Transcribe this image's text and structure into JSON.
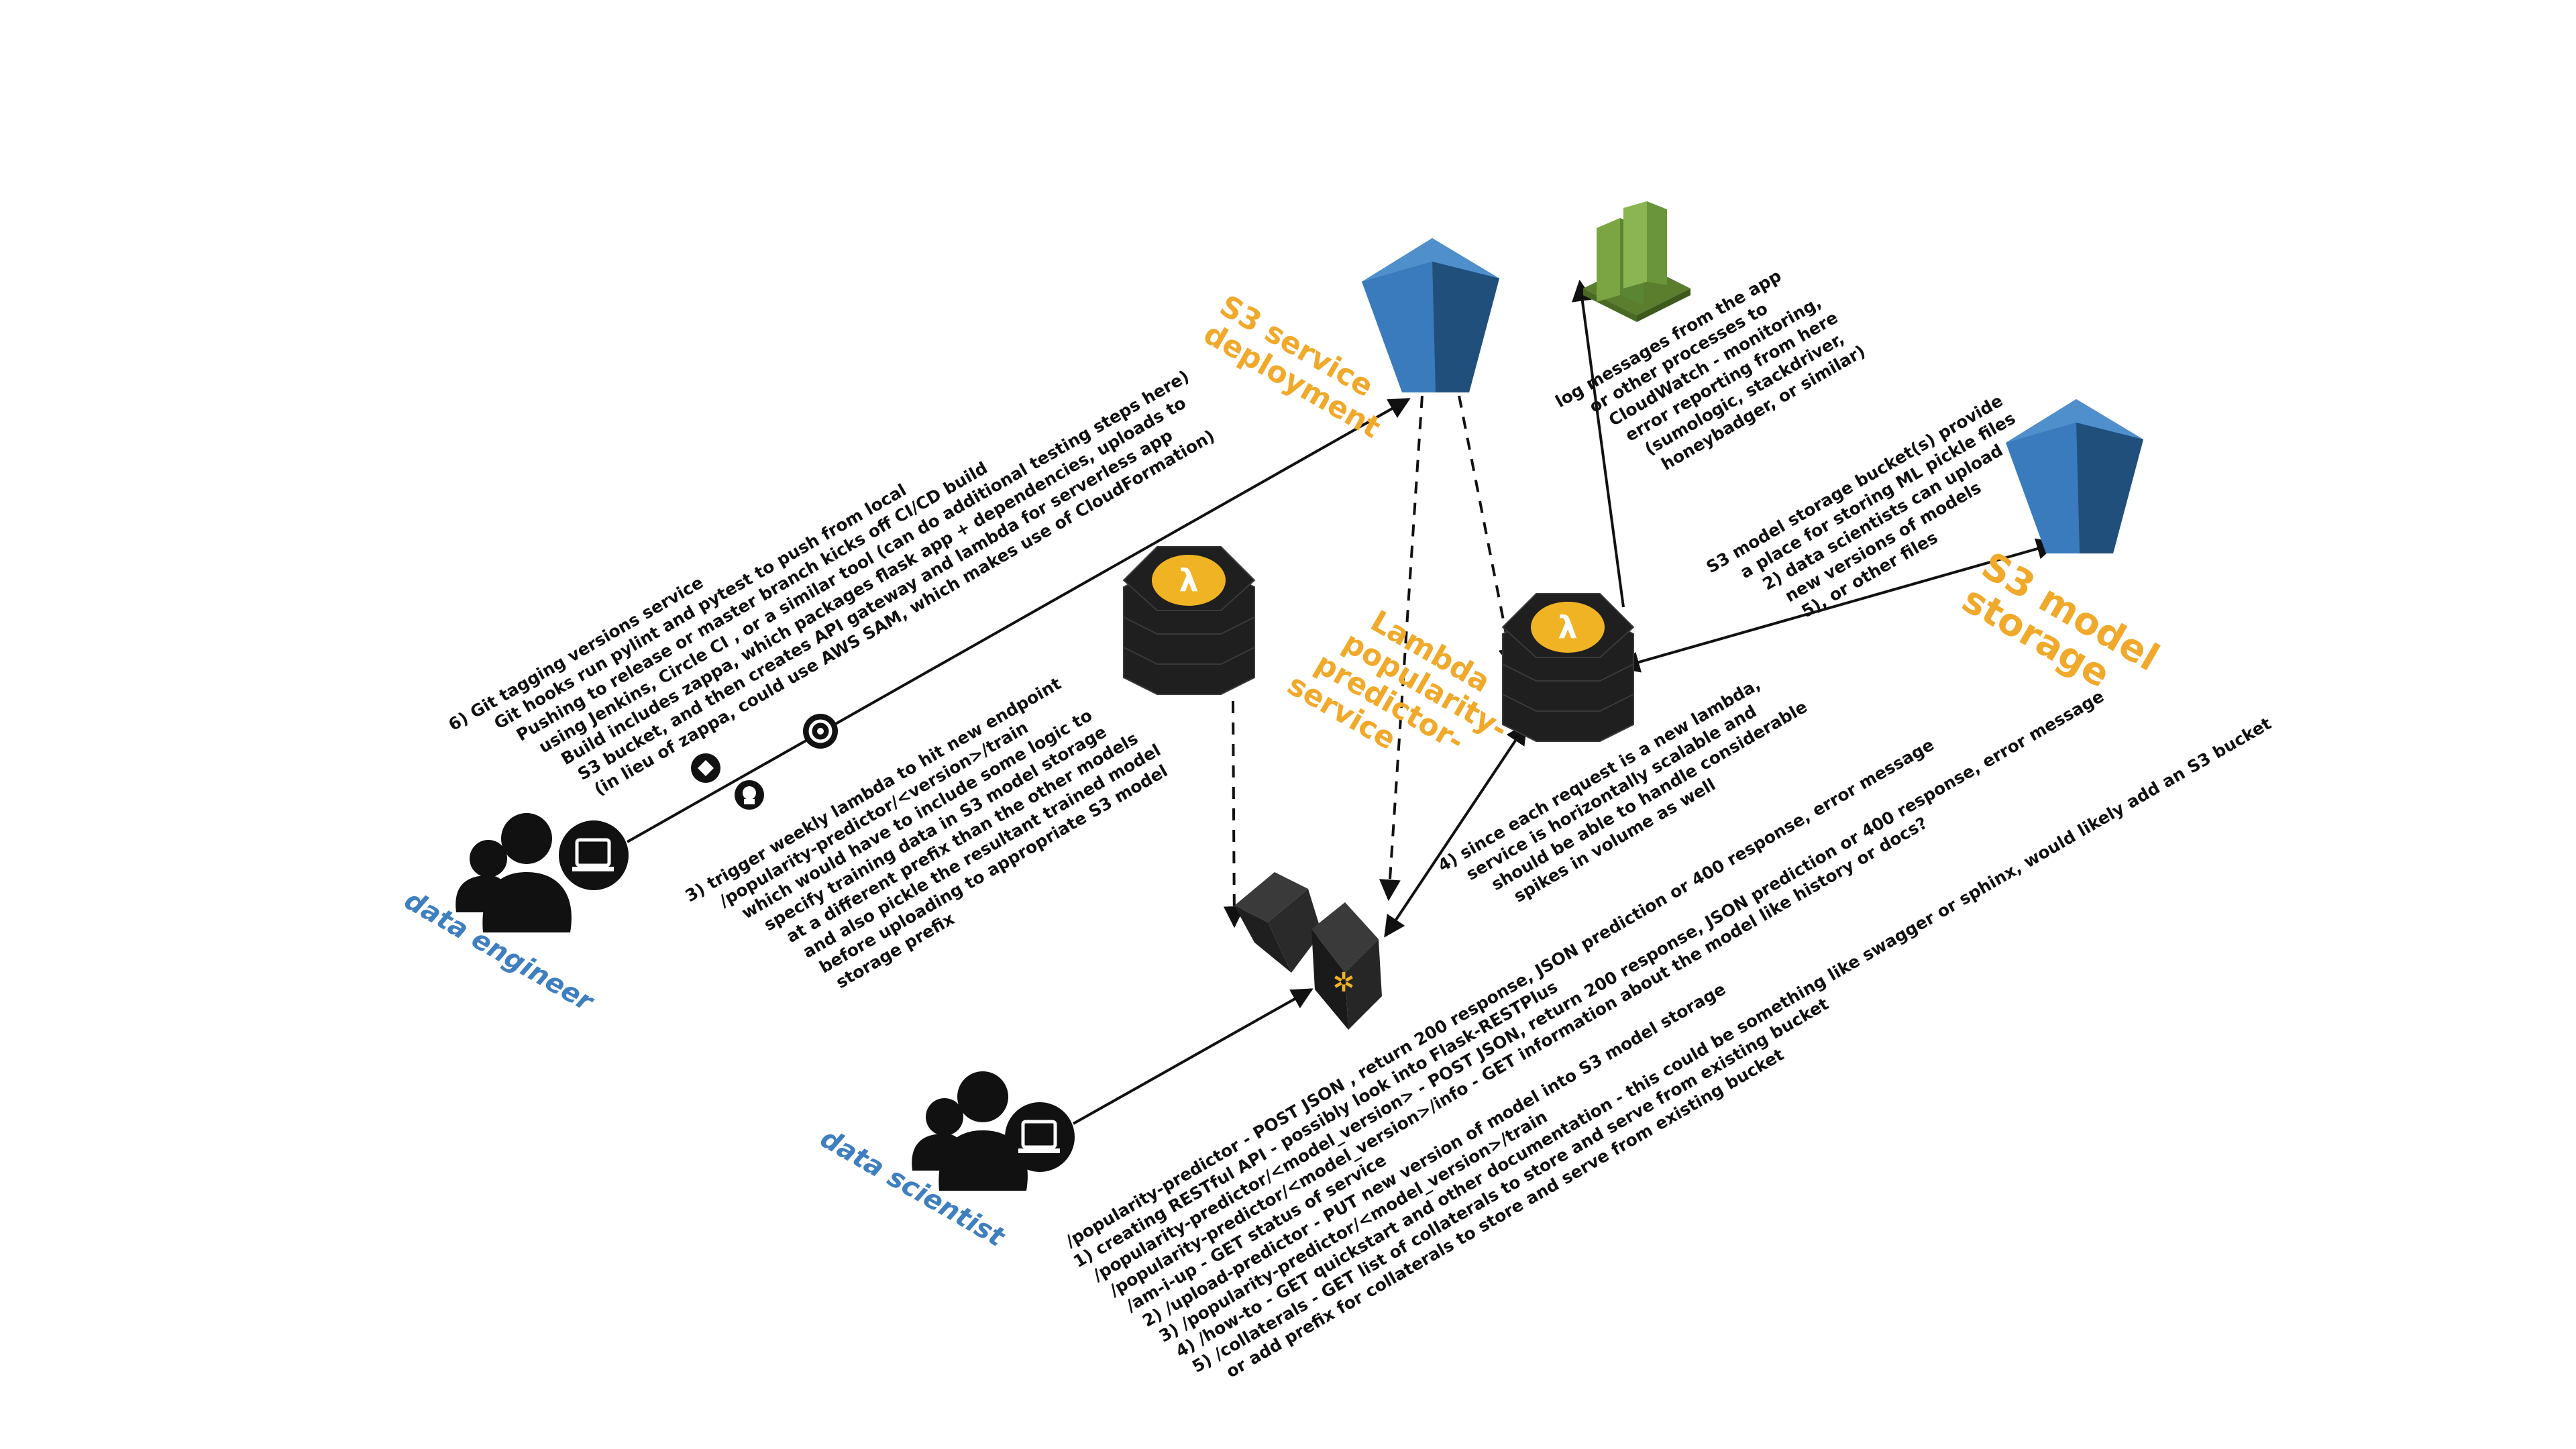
{
  "colors": {
    "accent_orange": "#f0a92a",
    "role_blue": "#3f7fbf",
    "bucket_blue": "#2f6ea8",
    "cloudwatch_green": "#6f9b3a",
    "dark_box": "#1f1f1f",
    "lambda_gold": "#f0b323",
    "line": "#111111"
  },
  "labels": {
    "s3_deploy": [
      "S3 service",
      "deployment"
    ],
    "lambda_service": [
      "Lambda",
      "popularity-",
      "predictor-",
      "service"
    ],
    "s3_model": [
      "S3 model",
      "storage"
    ],
    "data_engineer": "data engineer",
    "data_scientist": "data scientist"
  },
  "notes": {
    "git": [
      "6) Git tagging versions service",
      "Git hooks run pylint and pytest to push from local",
      "Pushing to release or master branch kicks off CI/CD build",
      "using Jenkins, Circle CI , or a similar tool (can do additional testing steps here)",
      "Build includes zappa, which packages flask app + dependencies, uploads to",
      "S3 bucket, and then creates API gateway and lambda for serverless app",
      "(in lieu of zappa, could use AWS SAM, which makes use of CloudFormation)"
    ],
    "lambda3": [
      "3) trigger weekly lambda to hit new endpoint",
      "/popularity-predictor/<version>/train",
      "which would have to include some logic to",
      "specify training data in S3 model storage",
      "at a different prefix than the other models",
      "and also pickle the resultant trained model",
      "before uploading to appropriate S3 model",
      "storage prefix"
    ],
    "cloudwatch": [
      "log messages from the app",
      "or other processes to",
      "CloudWatch - monitoring,",
      "error reporting from here",
      "(sumologic, stackdriver,",
      "honeybadger, or similar)"
    ],
    "s3model": [
      "S3 model storage bucket(s) provide",
      "a place for storing ML pickle files",
      "2) data scientists can upload",
      "new versions of models",
      "5), or other files"
    ],
    "scale": [
      "4) since each request is a new lambda,",
      "service is horizontally scalable and",
      "should be able to handle considerable",
      "spikes in volume as well"
    ],
    "api": [
      "/popularity-predictor - POST JSON , return 200 response, JSON prediction or 400 response, error message",
      "1) creating RESTful API - possibly look into Flask-RESTPlus",
      "/popularity-predictor/<model_version> - POST JSON, return 200 response, JSON prediction or 400 response, error message",
      "/popularity-predictor/<model_version>/info - GET information about the model like history or docs?",
      "/am-i-up - GET status of service",
      "2) /upload-predictor - PUT new version of model into S3 model storage",
      "3) /popularity-predictor/<model_version>/train",
      "4) /how-to - GET quickstart and other documentation - this could be something like swagger or sphinx, would likely add an S3 bucket",
      "5) /collaterals - GET list of collaterals to store and serve from existing bucket",
      "or add prefix for collaterals to store and serve from existing bucket"
    ]
  },
  "icons": [
    "s3-bucket-icon",
    "cloudwatch-icon",
    "lambda-icon",
    "api-gateway-icon",
    "user-icon",
    "laptop-icon",
    "git-icon",
    "jenkins-icon",
    "circleci-icon"
  ]
}
